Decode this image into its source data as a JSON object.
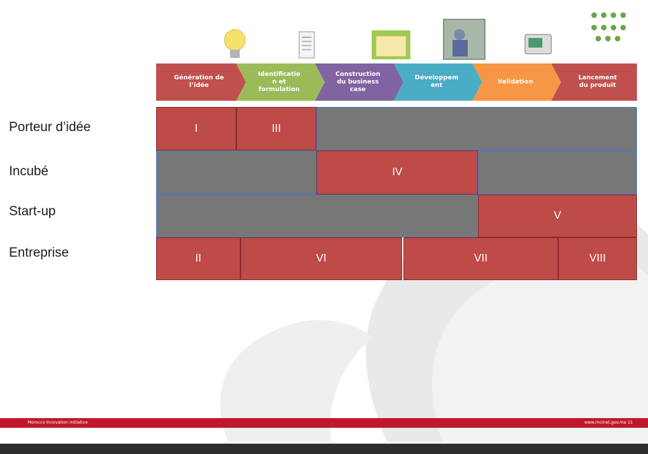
{
  "phases": [
    {
      "label": "Génération de\nl’idée",
      "color": "#c0504d"
    },
    {
      "label": "Identificatio\nn et\nformulation",
      "color": "#9bbb59"
    },
    {
      "label": "Construction\ndu business\ncase",
      "color": "#8064a2"
    },
    {
      "label": "Développem\nent",
      "color": "#4bacc6"
    },
    {
      "label": "Validation",
      "color": "#f79646"
    },
    {
      "label": "Lancement\ndu produit",
      "color": "#c0504d"
    }
  ],
  "rows": [
    {
      "label": "Porteur d’idée"
    },
    {
      "label": "Incubé"
    },
    {
      "label": "Start-up"
    },
    {
      "label": "Entreprise"
    }
  ],
  "cells": {
    "porteur_i": "I",
    "porteur_iii": "III",
    "incube_iv": "IV",
    "startup_v": "V",
    "entreprise_ii": "II",
    "entreprise_vi": "VI",
    "entreprise_vii": "VII",
    "entreprise_viii": "VIII"
  },
  "colors": {
    "stage_red": "#be4b48",
    "stage_gray": "#777777",
    "gray_border": "#4a78c8",
    "footer_red": "#c0182a"
  },
  "footer": {
    "left": "Morocco Innovation Initiative",
    "right": "www.mcinet.gov.ma    11"
  }
}
